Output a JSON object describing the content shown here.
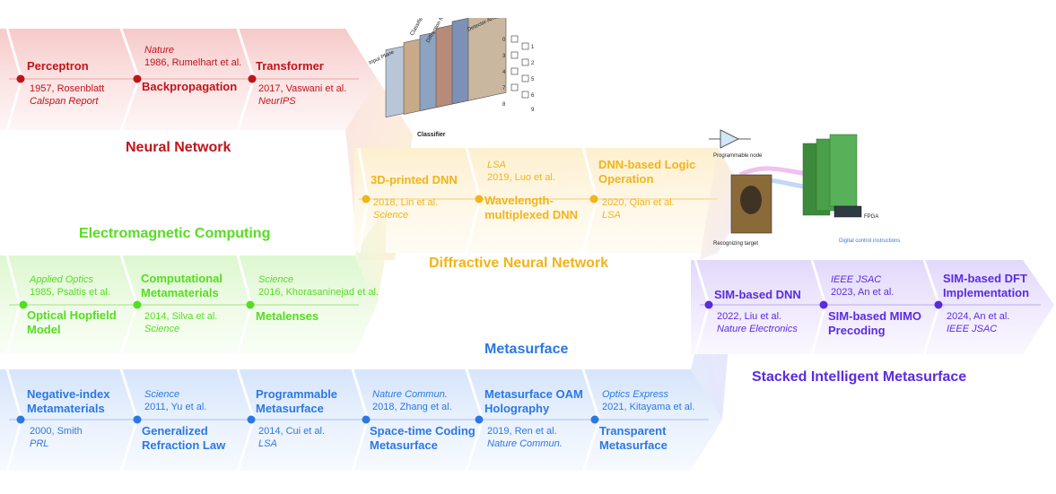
{
  "sections": {
    "neural_network": "Neural Network",
    "em_computing": "Electromagnetic Computing",
    "dnn": "Diffractive Neural Network",
    "metasurface": "Metasurface",
    "sim": "Stacked Intelligent Metasurface"
  },
  "colors": {
    "red": "#c0141b",
    "green": "#55dd22",
    "gold": "#f2b418",
    "blue": "#2b78e4",
    "purple": "#5b2be0"
  },
  "nn": {
    "perceptron": {
      "title": "Perceptron",
      "line1": "1957, Rosenblatt",
      "line2": "Calspan Report"
    },
    "backprop": {
      "venue": "Nature",
      "year": "1986, Rumelhart et al.",
      "title": "Backpropagation"
    },
    "transformer": {
      "title": "Transformer",
      "line1": "2017, Vaswani et al.",
      "line2": "NeurIPS"
    }
  },
  "em": {
    "hopfield": {
      "venue": "Applied Optics",
      "year": "1985, Psaltis et al.",
      "title": "Optical Hopfield Model"
    },
    "compmeta": {
      "title": "Computational Metamaterials",
      "line1": "2014, Silva et al.",
      "line2": "Science"
    },
    "metalenses": {
      "venue": "Science",
      "year": "2016, Khorasaninejad et al.",
      "title": "Metalenses"
    }
  },
  "dnn": {
    "printed": {
      "title": "3D-printed DNN",
      "line1": "2018, Lin et al.",
      "line2": "Science"
    },
    "wavelength": {
      "venue": "LSA",
      "year": "2019, Luo et al.",
      "title": "Wavelength-multiplexed DNN"
    },
    "logic": {
      "title": "DNN-based Logic Operation",
      "line1": "2020, Qian et al.",
      "line2": "LSA"
    }
  },
  "meta": {
    "negindex": {
      "title": "Negative-index Metamaterials",
      "line1": "2000, Smith",
      "line2": "PRL"
    },
    "refraction": {
      "venue": "Science",
      "year": "2011, Yu et al.",
      "title": "Generalized Refraction Law"
    },
    "programmable": {
      "title": "Programmable Metasurface",
      "line1": "2014, Cui et al.",
      "line2": "LSA"
    },
    "spacetime": {
      "venue": "Nature Commun.",
      "year": "2018, Zhang et al.",
      "title": "Space-time Coding Metasurface"
    },
    "oam": {
      "title": "Metasurface OAM Holography",
      "line1": "2019, Ren et al.",
      "line2": "Nature Commun."
    },
    "transparent": {
      "venue": "Optics Express",
      "year": "2021, Kitayama et al.",
      "title": "Transparent Metasurface"
    }
  },
  "sim": {
    "simdnn": {
      "title": "SIM-based DNN",
      "line1": "2022, Liu et al.",
      "line2": "Nature Electronics"
    },
    "mimo": {
      "venue": "IEEE JSAC",
      "year": "2023, An et al.",
      "title": "SIM-based MIMO Precoding"
    },
    "dft": {
      "title": "SIM-based DFT Implementation",
      "line1": "2024, An et al.",
      "line2": "IEEE JSAC"
    }
  },
  "illustration1": {
    "labels": [
      "Input Plane",
      "Classifier",
      "Diffraction Network",
      "Detector Array",
      "Classifier"
    ],
    "digits": [
      "0",
      "1",
      "2",
      "3",
      "4",
      "5",
      "6",
      "7",
      "8",
      "9"
    ]
  },
  "illustration2": {
    "labels": [
      "Programmable node",
      "FPGA",
      "Recognizing target",
      "Digital control instructions"
    ]
  }
}
